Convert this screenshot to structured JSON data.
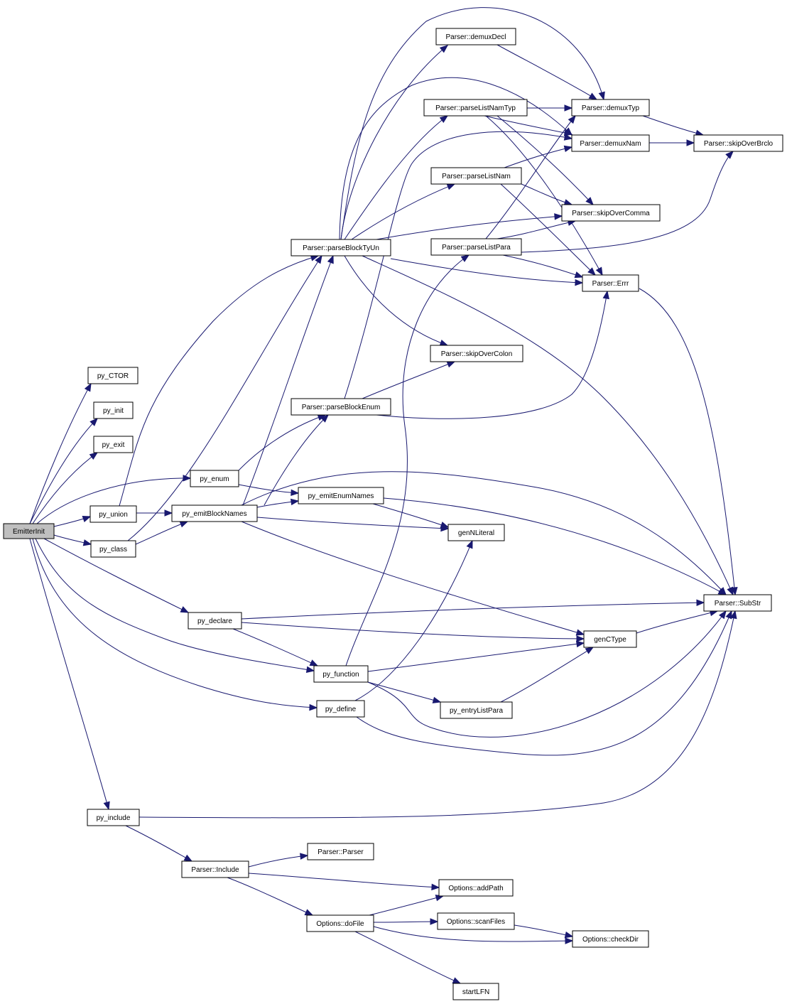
{
  "graph": {
    "nodes": [
      {
        "id": "emitterinit",
        "label": "EmitterInit",
        "root": true
      },
      {
        "id": "py_ctor",
        "label": "py_CTOR"
      },
      {
        "id": "py_init",
        "label": "py_init"
      },
      {
        "id": "py_exit",
        "label": "py_exit"
      },
      {
        "id": "py_enum",
        "label": "py_enum"
      },
      {
        "id": "py_union",
        "label": "py_union"
      },
      {
        "id": "py_emitblocknames",
        "label": "py_emitBlockNames"
      },
      {
        "id": "py_class",
        "label": "py_class"
      },
      {
        "id": "py_declare",
        "label": "py_declare"
      },
      {
        "id": "py_function",
        "label": "py_function"
      },
      {
        "id": "py_define",
        "label": "py_define"
      },
      {
        "id": "py_include",
        "label": "py_include"
      },
      {
        "id": "py_emitenumnames",
        "label": "py_emitEnumNames"
      },
      {
        "id": "gennliteral",
        "label": "genNLiteral"
      },
      {
        "id": "genctype",
        "label": "genCType"
      },
      {
        "id": "py_entrylistpara",
        "label": "py_entryListPara"
      },
      {
        "id": "parseblocktyun",
        "label": "Parser::parseBlockTyUn"
      },
      {
        "id": "parseblockenum",
        "label": "Parser::parseBlockEnum"
      },
      {
        "id": "skipovercolon",
        "label": "Parser::skipOverColon"
      },
      {
        "id": "demuxdecl",
        "label": "Parser::demuxDecl"
      },
      {
        "id": "parselistnamtyp",
        "label": "Parser::parseListNamTyp"
      },
      {
        "id": "parselistnam",
        "label": "Parser::parseListNam"
      },
      {
        "id": "parselistpara",
        "label": "Parser::parseListPara"
      },
      {
        "id": "demuxtyp",
        "label": "Parser::demuxTyp"
      },
      {
        "id": "demuxnam",
        "label": "Parser::demuxNam"
      },
      {
        "id": "skipovercomma",
        "label": "Parser::skipOverComma"
      },
      {
        "id": "errr",
        "label": "Parser::Errr"
      },
      {
        "id": "skipoverbrclo",
        "label": "Parser::skipOverBrclo"
      },
      {
        "id": "substr",
        "label": "Parser::SubStr"
      },
      {
        "id": "include",
        "label": "Parser::Include"
      },
      {
        "id": "parser_ctor",
        "label": "Parser::Parser"
      },
      {
        "id": "addpath",
        "label": "Options::addPath"
      },
      {
        "id": "dofile",
        "label": "Options::doFile"
      },
      {
        "id": "scanfiles",
        "label": "Options::scanFiles"
      },
      {
        "id": "checkdir",
        "label": "Options::checkDir"
      },
      {
        "id": "startlfn",
        "label": "startLFN"
      }
    ],
    "edges": [
      {
        "from": "emitterinit",
        "to": "py_ctor"
      },
      {
        "from": "emitterinit",
        "to": "py_init"
      },
      {
        "from": "emitterinit",
        "to": "py_exit"
      },
      {
        "from": "emitterinit",
        "to": "py_enum"
      },
      {
        "from": "emitterinit",
        "to": "py_union"
      },
      {
        "from": "emitterinit",
        "to": "py_class"
      },
      {
        "from": "emitterinit",
        "to": "py_declare"
      },
      {
        "from": "emitterinit",
        "to": "py_function"
      },
      {
        "from": "emitterinit",
        "to": "py_define"
      },
      {
        "from": "emitterinit",
        "to": "py_include"
      },
      {
        "from": "py_union",
        "to": "py_emitblocknames"
      },
      {
        "from": "py_union",
        "to": "parseblocktyun"
      },
      {
        "from": "py_class",
        "to": "py_emitblocknames"
      },
      {
        "from": "py_class",
        "to": "parseblocktyun"
      },
      {
        "from": "py_enum",
        "to": "parseblockenum"
      },
      {
        "from": "py_enum",
        "to": "py_emitenumnames"
      },
      {
        "from": "py_emitblocknames",
        "to": "parseblocktyun"
      },
      {
        "from": "py_emitblocknames",
        "to": "parseblockenum"
      },
      {
        "from": "py_emitblocknames",
        "to": "py_emitenumnames"
      },
      {
        "from": "py_emitblocknames",
        "to": "gennliteral"
      },
      {
        "from": "py_emitblocknames",
        "to": "substr"
      },
      {
        "from": "py_emitblocknames",
        "to": "genctype"
      },
      {
        "from": "py_emitenumnames",
        "to": "gennliteral"
      },
      {
        "from": "py_emitenumnames",
        "to": "substr"
      },
      {
        "from": "py_declare",
        "to": "substr"
      },
      {
        "from": "py_declare",
        "to": "genctype"
      },
      {
        "from": "py_declare",
        "to": "py_function"
      },
      {
        "from": "py_function",
        "to": "genctype"
      },
      {
        "from": "py_function",
        "to": "py_entrylistpara"
      },
      {
        "from": "py_function",
        "to": "substr"
      },
      {
        "from": "py_function",
        "to": "parselistpara"
      },
      {
        "from": "py_define",
        "to": "gennliteral"
      },
      {
        "from": "py_define",
        "to": "substr"
      },
      {
        "from": "py_entrylistpara",
        "to": "genctype"
      },
      {
        "from": "genctype",
        "to": "substr"
      },
      {
        "from": "py_include",
        "to": "substr"
      },
      {
        "from": "py_include",
        "to": "include"
      },
      {
        "from": "parseblocktyun",
        "to": "demuxdecl"
      },
      {
        "from": "parseblocktyun",
        "to": "demuxtyp"
      },
      {
        "from": "parseblocktyun",
        "to": "parselistnamtyp"
      },
      {
        "from": "parseblocktyun",
        "to": "demuxnam"
      },
      {
        "from": "parseblocktyun",
        "to": "parselistnam"
      },
      {
        "from": "parseblocktyun",
        "to": "skipovercomma"
      },
      {
        "from": "parseblocktyun",
        "to": "errr"
      },
      {
        "from": "parseblocktyun",
        "to": "skipovercolon"
      },
      {
        "from": "parseblocktyun",
        "to": "substr"
      },
      {
        "from": "parseblockenum",
        "to": "skipovercolon"
      },
      {
        "from": "parseblockenum",
        "to": "demuxnam"
      },
      {
        "from": "parseblockenum",
        "to": "errr"
      },
      {
        "from": "demuxdecl",
        "to": "demuxtyp"
      },
      {
        "from": "parselistnamtyp",
        "to": "demuxtyp"
      },
      {
        "from": "parselistnamtyp",
        "to": "demuxnam"
      },
      {
        "from": "parselistnamtyp",
        "to": "skipovercomma"
      },
      {
        "from": "parselistnamtyp",
        "to": "errr"
      },
      {
        "from": "parselistnam",
        "to": "demuxnam"
      },
      {
        "from": "parselistnam",
        "to": "skipovercomma"
      },
      {
        "from": "parselistnam",
        "to": "errr"
      },
      {
        "from": "parselistpara",
        "to": "demuxtyp"
      },
      {
        "from": "parselistpara",
        "to": "skipovercomma"
      },
      {
        "from": "parselistpara",
        "to": "errr"
      },
      {
        "from": "parselistpara",
        "to": "skipoverbrclo"
      },
      {
        "from": "demuxtyp",
        "to": "skipoverbrclo"
      },
      {
        "from": "demuxnam",
        "to": "skipoverbrclo"
      },
      {
        "from": "errr",
        "to": "substr"
      },
      {
        "from": "include",
        "to": "parser_ctor"
      },
      {
        "from": "include",
        "to": "addpath"
      },
      {
        "from": "include",
        "to": "dofile"
      },
      {
        "from": "dofile",
        "to": "addpath"
      },
      {
        "from": "dofile",
        "to": "scanfiles"
      },
      {
        "from": "dofile",
        "to": "checkdir"
      },
      {
        "from": "dofile",
        "to": "startlfn"
      },
      {
        "from": "scanfiles",
        "to": "checkdir"
      }
    ]
  }
}
